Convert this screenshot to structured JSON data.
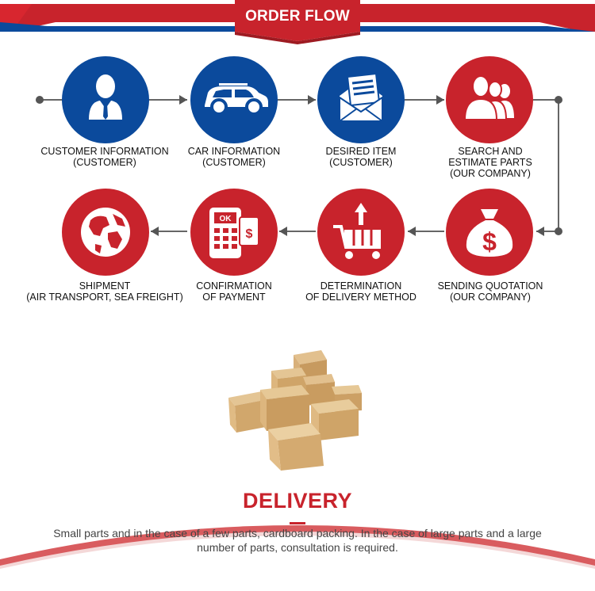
{
  "header": {
    "title": "ORDER FLOW"
  },
  "steps": [
    {
      "lines": [
        "CUSTOMER INFORMATION",
        "(CUSTOMER)"
      ],
      "icon": "person-icon",
      "color": "#0b4a9c"
    },
    {
      "lines": [
        "CAR INFORMATION",
        "(CUSTOMER)"
      ],
      "icon": "car-icon",
      "color": "#0b4a9c"
    },
    {
      "lines": [
        "DESIRED ITEM",
        "(CUSTOMER)"
      ],
      "icon": "envelope-icon",
      "color": "#0b4a9c"
    },
    {
      "lines": [
        "SEARCH AND",
        "ESTIMATE PARTS",
        "(OUR COMPANY)"
      ],
      "icon": "people-icon",
      "color": "#c8232c"
    },
    {
      "lines": [
        "SENDING QUOTATION",
        "(OUR COMPANY)"
      ],
      "icon": "money-bag-icon",
      "color": "#c8232c"
    },
    {
      "lines": [
        "DETERMINATION",
        "OF DELIVERY METHOD"
      ],
      "icon": "cart-icon",
      "color": "#c8232c"
    },
    {
      "lines": [
        "CONFIRMATION",
        "OF PAYMENT"
      ],
      "icon": "payment-terminal-icon",
      "color": "#c8232c"
    },
    {
      "lines": [
        "SHIPMENT",
        "(AIR TRANSPORT, SEA FREIGHT)"
      ],
      "icon": "globe-icon",
      "color": "#c8232c"
    }
  ],
  "payment_terminal": {
    "ok_label": "OK",
    "card_symbol": "$"
  },
  "money_bag": {
    "symbol": "$"
  },
  "delivery": {
    "title": "DELIVERY",
    "text": "Small parts and in the case of a few parts, cardboard packing. In the case of large parts and a large number of parts, consultation is required."
  },
  "colors": {
    "blue": "#0b4a9c",
    "red": "#c8232c",
    "banner_red": "#c8232c",
    "banner_blue": "#0b4a9c"
  }
}
